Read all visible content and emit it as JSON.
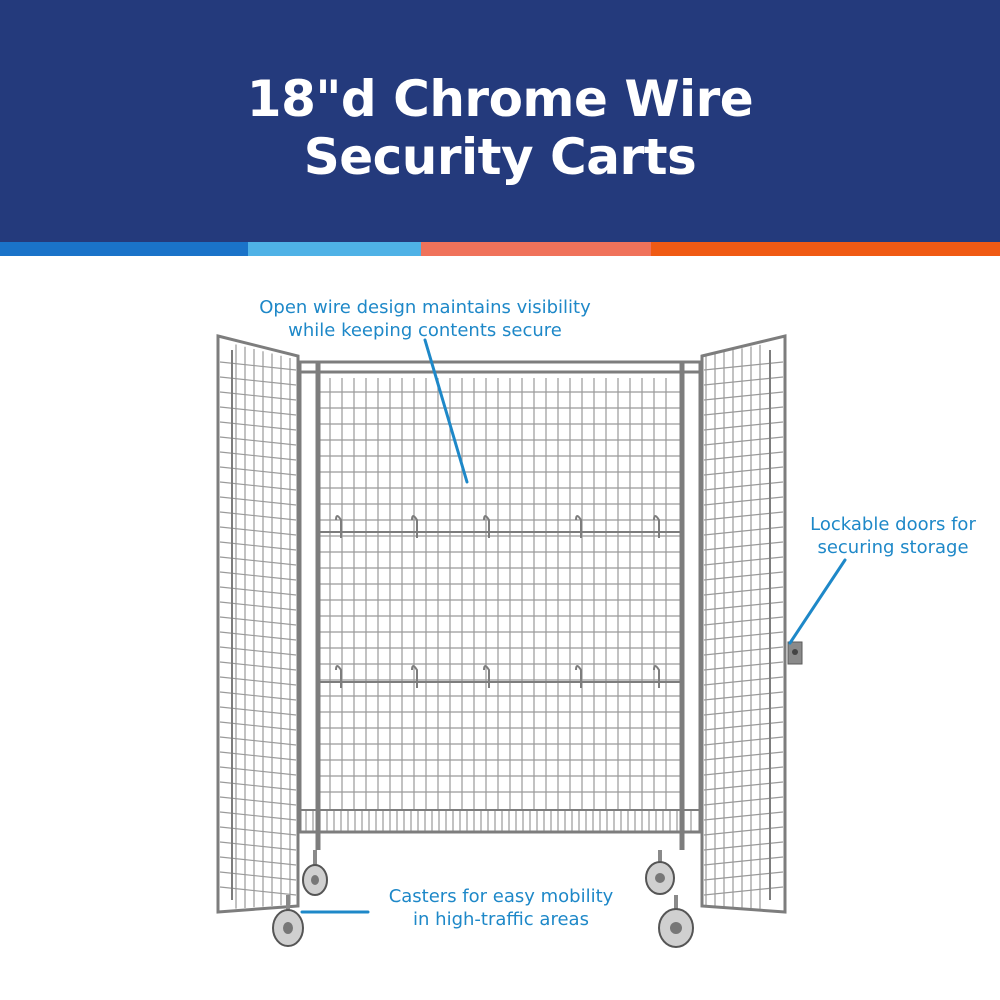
{
  "header": {
    "title_line1": "18\"d Chrome Wire",
    "title_line2": "Security Carts"
  },
  "colors": {
    "header_bg": "#243a7c",
    "stripe": [
      "#1a73c9",
      "#4fb2e6",
      "#f0725a",
      "#f05a14"
    ],
    "callout_text": "#1e88c8",
    "callout_line": "#1e88c8",
    "chrome": "#9a9a9a"
  },
  "callouts": {
    "visibility": {
      "line1": "Open wire design maintains visibility",
      "line2": "while keeping contents secure"
    },
    "doors": {
      "line1": "Lockable doors for",
      "line2": "securing storage"
    },
    "casters": {
      "line1": "Casters for easy mobility",
      "line2": "in high-traffic areas"
    }
  },
  "product_image": "chrome-wire-security-cart"
}
